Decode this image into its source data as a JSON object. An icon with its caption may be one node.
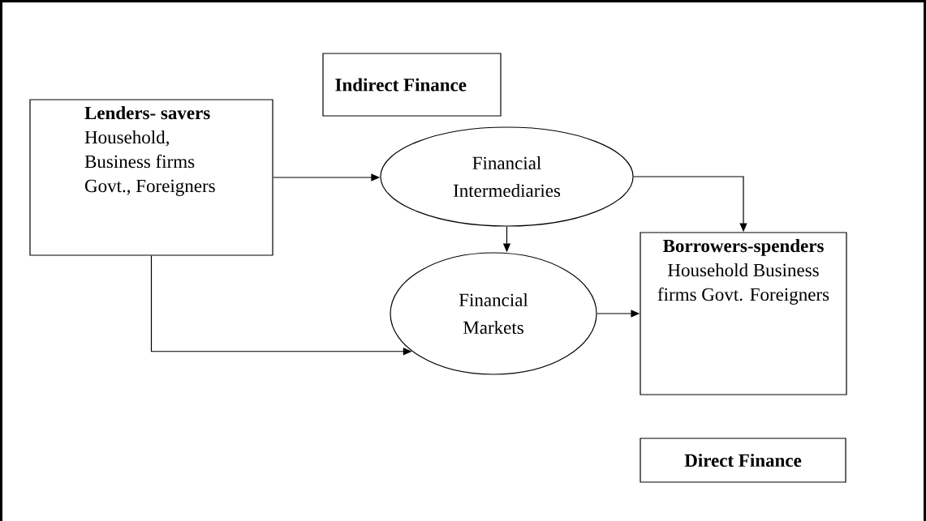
{
  "diagram": {
    "nodes": [
      {
        "text": [
          "Indirect Finance"
        ]
      },
      {
        "text": [
          "Lenders- savers",
          "Household, Business firms Govt., Foreigners"
        ]
      },
      {
        "text": [
          "Financial Intermediaries"
        ]
      },
      {
        "text": [
          "Financial Markets"
        ]
      },
      {
        "text": [
          "Borrowers-spenders",
          "Household Business firms Govt. Foreigners"
        ]
      },
      {
        "text": [
          "Direct Finance"
        ]
      }
    ],
    "edges": [
      {
        "from": 1,
        "to": 2,
        "arrow": "to"
      },
      {
        "from": 2,
        "to": 4,
        "arrow": "to"
      },
      {
        "from": 2,
        "to": 3,
        "arrow": "to"
      },
      {
        "from": 1,
        "to": 3,
        "arrow": "to"
      },
      {
        "from": 3,
        "to": 4,
        "arrow": "to"
      }
    ]
  }
}
